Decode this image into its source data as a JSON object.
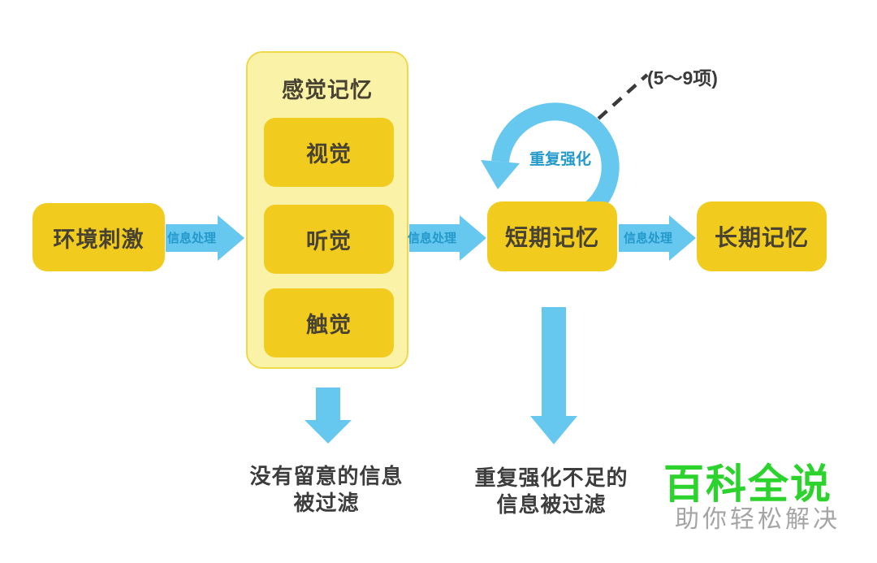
{
  "colors": {
    "box_yellow": "#F1CB1D",
    "container_fill": "#FAF2A7",
    "container_border": "#EFD94A",
    "arrow_blue": "#67C8EF",
    "arrow_label_blue": "#2499CB",
    "dark_text": "#3D3D3D",
    "box_text": "#474232",
    "dash_color": "#3B3B3B",
    "watermark_green": "#2CD32C",
    "watermark_gray": "#A5A5A5"
  },
  "nodes": {
    "stimulus": {
      "label": "环境刺激"
    },
    "sensory": {
      "title": "感觉记忆",
      "items": [
        {
          "label": "视觉"
        },
        {
          "label": "听觉"
        },
        {
          "label": "触觉"
        }
      ]
    },
    "short_term": {
      "label": "短期记忆"
    },
    "long_term": {
      "label": "长期记忆"
    }
  },
  "edges": {
    "process1": "信息处理",
    "process2": "信息处理",
    "process3": "信息处理"
  },
  "loop": {
    "label": "重复强化",
    "capacity_note": "(5～9项)"
  },
  "filters": {
    "sensory_filter": {
      "line1": "没有留意的信息",
      "line2": "被过滤"
    },
    "short_term_filter": {
      "line1": "重复强化不足的",
      "line2": "信息被过滤"
    }
  },
  "watermark": {
    "title": "百科全说",
    "subtitle": "助你轻松解决"
  }
}
